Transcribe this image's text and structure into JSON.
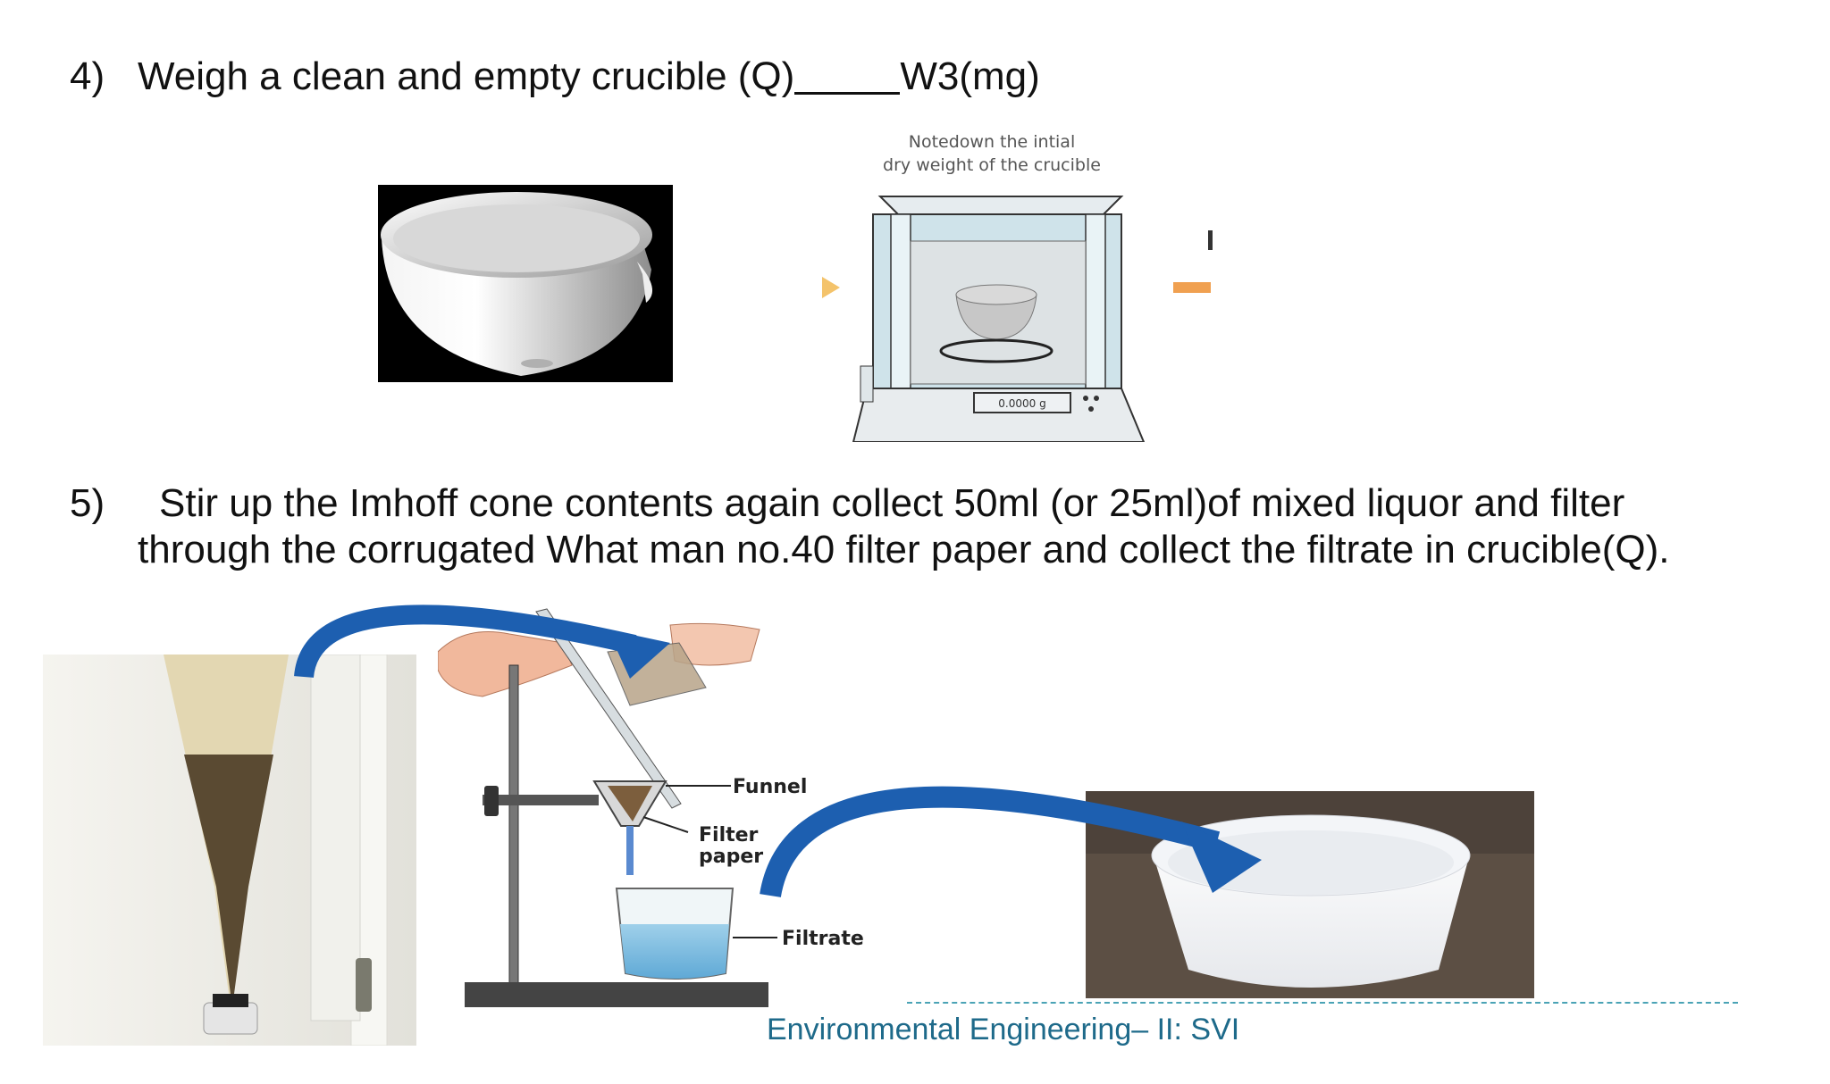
{
  "step4": {
    "number": "4)",
    "text_before": "Weigh a clean and empty crucible (Q)",
    "text_after": "W3(mg)"
  },
  "balance": {
    "caption_line1": "Notedown the intial",
    "caption_line2": "dry weight of the crucible",
    "display": "0.0000 g"
  },
  "step5": {
    "number": "5)",
    "line1": "Stir up the Imhoff cone contents again collect 50ml (or 25ml)of mixed liquor and  filter",
    "line2": "through the corrugated  What man no.40 filter paper and collect the filtrate in crucible(Q)."
  },
  "filtration": {
    "funnel_label": "Funnel",
    "filter_label_1": "Filter",
    "filter_label_2": "paper",
    "filtrate_label": "Filtrate"
  },
  "footer": {
    "text": "Environmental Engineering– II: SVI"
  },
  "colors": {
    "arrow_blue": "#1d5fb0",
    "footer_teal": "#1e6a8a",
    "footer_line": "#4aa3b5"
  }
}
